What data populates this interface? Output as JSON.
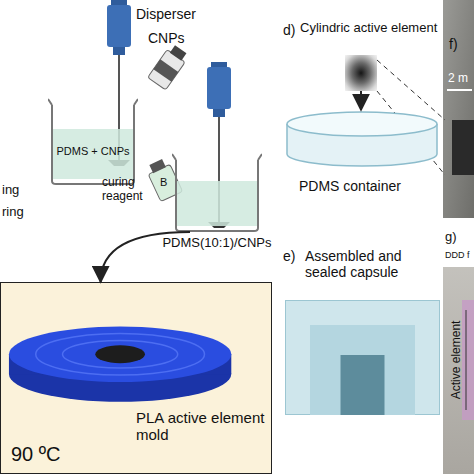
{
  "diagram": {
    "nodes": [
      {
        "text": [
          "PDMS + CNPs"
        ]
      },
      {
        "text": [
          "PDMS(10:1)/CNPs"
        ]
      },
      {
        "text": [
          "PLA active element mold",
          "90 ºC"
        ]
      },
      {
        "text": [
          "Cylindric active element"
        ]
      },
      {
        "text": [
          "PDMS container"
        ]
      },
      {
        "text": [
          "Assembled and sealed capsule"
        ]
      }
    ],
    "edges": [
      {
        "from": 1,
        "to": 2,
        "arrow": "to"
      },
      {
        "from": 3,
        "to": 4,
        "arrow": "to"
      }
    ],
    "labels": [
      "Disperser",
      "CNPs",
      "curing reagent",
      "B",
      "ing",
      "ring",
      "d)",
      "e)",
      "f)",
      "2 m",
      "g)",
      "DDD f",
      "Active element"
    ]
  }
}
